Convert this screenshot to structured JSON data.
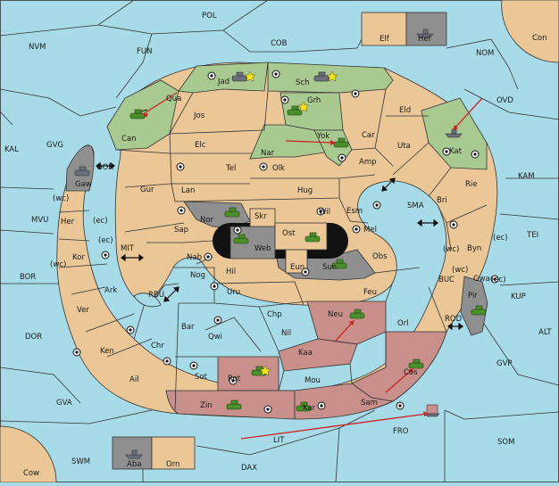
{
  "map": {
    "sea_labels": {
      "pol": "POL",
      "nvm": "NVM",
      "fun": "FUN",
      "cob": "COB",
      "nom": "NOM",
      "ovd": "OVD",
      "kal": "KAL",
      "gvg": "GVG",
      "kam": "KAM",
      "mvu": "MVU",
      "tei": "TEI",
      "bor": "BOR",
      "mit": "MIT",
      "rbu": "RBU",
      "gor": "GOR",
      "sma": "SMA",
      "buc": "BUC",
      "kup": "KUP",
      "dor": "DOR",
      "rod": "ROD",
      "alt": "ALT",
      "gvp": "GVP",
      "gva": "GVA",
      "lit": "LIT",
      "fro": "FRO",
      "som": "SOM",
      "swm": "SWM",
      "dax": "DAX"
    },
    "land_labels": {
      "con": "Con",
      "elf": "Elf",
      "hel": "Hel",
      "jad": "Jad",
      "sch": "Sch",
      "qua": "Qua",
      "jos": "Jos",
      "grh": "Grh",
      "eld": "Eld",
      "can": "Can",
      "nar": "Nar",
      "yok": "Yok",
      "car": "Car",
      "kat": "Kat",
      "elc": "Elc",
      "uta": "Uta",
      "tel": "Tel",
      "olk": "Olk",
      "amp": "Amp",
      "gaw": "Gaw",
      "gur": "Gur",
      "lan": "Lan",
      "hug": "Hug",
      "rie": "Rie",
      "bri": "Bri",
      "wil": "Wil",
      "esm": "Esm",
      "her": "Her",
      "nor": "Nor",
      "skr": "Skr",
      "sap": "Sap",
      "ost": "Ost",
      "mel": "Mel",
      "web": "Web",
      "byn": "Byn",
      "kor": "Kor",
      "nab": "Nab",
      "obs": "Obs",
      "eun": "Eun",
      "sun": "Sun",
      "gwa": "Gwa",
      "hil": "Hil",
      "nog": "Nog",
      "ark": "Ark",
      "uru": "Uru",
      "feu": "Feu",
      "pir": "Pir",
      "ver": "Ver",
      "chp": "Chp",
      "neu": "Neu",
      "bar": "Bar",
      "qwi": "Qwi",
      "nil": "Nil",
      "orl": "Orl",
      "ken": "Ken",
      "chr": "Chr",
      "kaa": "Kaa",
      "ail": "Ail",
      "sot": "Sot",
      "rot": "Rot",
      "mou": "Mou",
      "cos": "Cos",
      "zin": "Zin",
      "kar": "Kar",
      "sam": "Sam",
      "aba": "Aba",
      "orn": "Orn",
      "cow": "Cow"
    },
    "coast_labels": {
      "wc1": "(wc)",
      "ec1": "(ec)",
      "ec2": "(ec)",
      "wc2": "(wc)",
      "wc3": "(wc)",
      "ec3": "(ec)",
      "wc4": "(wc)",
      "ec4": "(ec)"
    }
  }
}
